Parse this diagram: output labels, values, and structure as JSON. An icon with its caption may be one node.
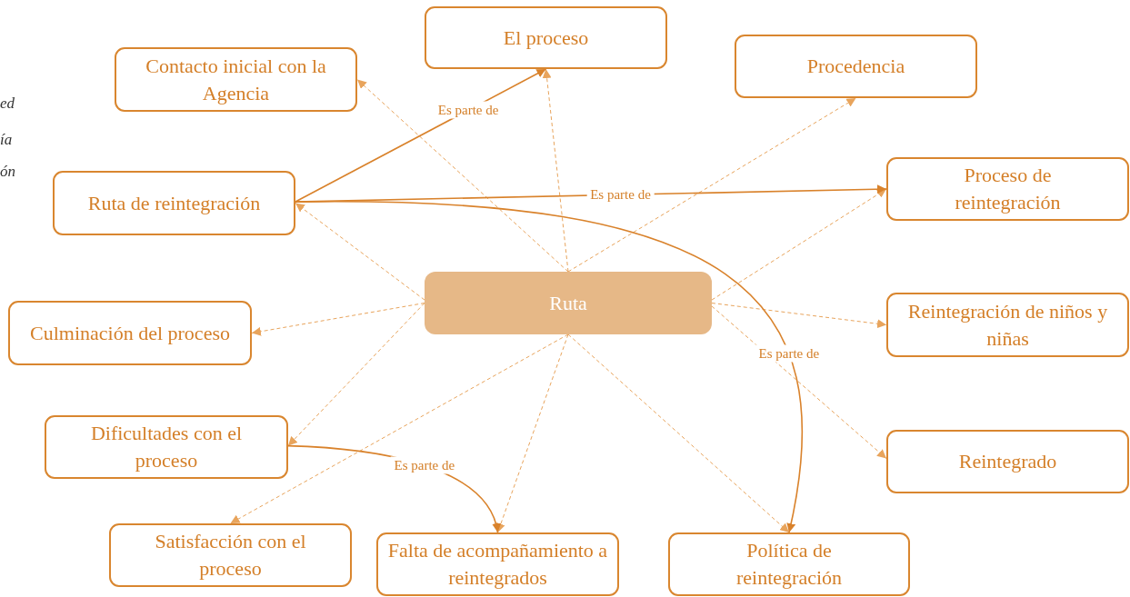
{
  "diagram": {
    "nodes": [
      {
        "text": [
          "Ruta"
        ]
      },
      {
        "text": [
          "El proceso"
        ]
      },
      {
        "text": [
          "Contacto inicial con la Agencia"
        ]
      },
      {
        "text": [
          "Procedencia"
        ]
      },
      {
        "text": [
          "Ruta de reintegración"
        ]
      },
      {
        "text": [
          "Proceso de reintegración"
        ]
      },
      {
        "text": [
          "Culminación del proceso"
        ]
      },
      {
        "text": [
          "Reintegración de niños y niñas"
        ]
      },
      {
        "text": [
          "Dificultades con el proceso"
        ]
      },
      {
        "text": [
          "Reintegrado"
        ]
      },
      {
        "text": [
          "Satisfacción con el proceso"
        ]
      },
      {
        "text": [
          "Falta de acompañamiento a reintegrados"
        ]
      },
      {
        "text": [
          "Política de reintegración"
        ]
      }
    ],
    "edges": [
      {
        "from": 0,
        "to": 1,
        "arrow": "to",
        "style": "dashed"
      },
      {
        "from": 0,
        "to": 2,
        "arrow": "to",
        "style": "dashed"
      },
      {
        "from": 0,
        "to": 3,
        "arrow": "to",
        "style": "dashed"
      },
      {
        "from": 0,
        "to": 4,
        "arrow": "to",
        "style": "dashed"
      },
      {
        "from": 0,
        "to": 5,
        "arrow": "to",
        "style": "dashed"
      },
      {
        "from": 0,
        "to": 6,
        "arrow": "to",
        "style": "dashed"
      },
      {
        "from": 0,
        "to": 7,
        "arrow": "to",
        "style": "dashed"
      },
      {
        "from": 0,
        "to": 8,
        "arrow": "to",
        "style": "dashed"
      },
      {
        "from": 0,
        "to": 9,
        "arrow": "to",
        "style": "dashed"
      },
      {
        "from": 0,
        "to": 10,
        "arrow": "to",
        "style": "dashed"
      },
      {
        "from": 0,
        "to": 11,
        "arrow": "to",
        "style": "dashed"
      },
      {
        "from": 0,
        "to": 12,
        "arrow": "to",
        "style": "dashed"
      },
      {
        "from": 4,
        "to": 1,
        "arrow": "to",
        "label": "Es parte de",
        "color": "#d9822b"
      },
      {
        "from": 4,
        "to": 5,
        "arrow": "to",
        "label": "Es parte de",
        "color": "#d9822b"
      },
      {
        "from": 4,
        "to": 12,
        "arrow": "to",
        "label": "Es parte de",
        "color": "#d9822b"
      },
      {
        "from": 8,
        "to": 11,
        "arrow": "to",
        "label": "Es parte de",
        "color": "#d9822b"
      }
    ],
    "labels": [
      "ed",
      "ía",
      "ón"
    ]
  }
}
